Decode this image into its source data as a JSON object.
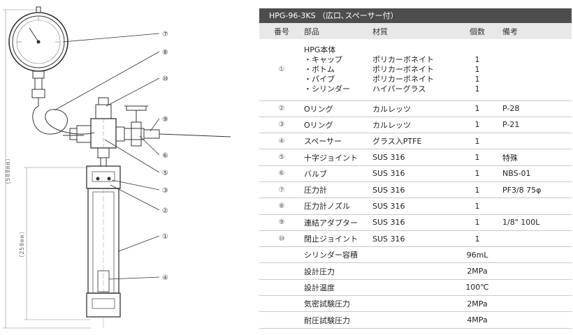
{
  "table": {
    "title": "HPG-96-3KS （広口､スペーサー付）",
    "headers": {
      "no": "番号",
      "part": "部品",
      "material": "材質",
      "qty": "個数",
      "note": "備考"
    },
    "main_body": {
      "no": "①",
      "parts": [
        "HPG本体",
        "・キャップ",
        "・ボトム",
        "・パイプ",
        "・シリンダー"
      ],
      "materials": [
        "",
        "ポリカーボネイト",
        "ポリカーボネイト",
        "ポリカーボネイト",
        "ハイパーグラス"
      ],
      "qtys": [
        "",
        "1",
        "1",
        "1",
        "1"
      ]
    },
    "rows": [
      {
        "no": "②",
        "part": "Oリング",
        "material": "カルレッツ",
        "qty": "1",
        "note": "P-28"
      },
      {
        "no": "③",
        "part": "Oリング",
        "material": "カルレッツ",
        "qty": "1",
        "note": "P-21"
      },
      {
        "no": "④",
        "part": "スペーサー",
        "material": "グラス入PTFE",
        "qty": "1",
        "note": ""
      },
      {
        "no": "⑤",
        "part": "十字ジョイント",
        "material": "SUS 316",
        "qty": "1",
        "note": "特殊"
      },
      {
        "no": "⑥",
        "part": "バルブ",
        "material": "SUS 316",
        "qty": "1",
        "note": "NBS-01"
      },
      {
        "no": "⑦",
        "part": "圧力計",
        "material": "SUS 316",
        "qty": "1",
        "note": "PF3/8 75φ"
      },
      {
        "no": "⑧",
        "part": "圧力計ノズル",
        "material": "SUS 316",
        "qty": "1",
        "note": ""
      },
      {
        "no": "⑨",
        "part": "連結アダプター",
        "material": "SUS 316",
        "qty": "1",
        "note": "1/8\" 100L"
      },
      {
        "no": "⑩",
        "part": "閉止ジョイント",
        "material": "SUS 316",
        "qty": "1",
        "note": ""
      }
    ],
    "specs": [
      {
        "label": "シリンダー容積",
        "value": "96mL"
      },
      {
        "label": "設計圧力",
        "value": "2MPa"
      },
      {
        "label": "設計温度",
        "value": "100℃"
      },
      {
        "label": "気密試験圧力",
        "value": "2MPa"
      },
      {
        "label": "耐圧試験圧力",
        "value": "4MPa"
      }
    ]
  },
  "drawing": {
    "callouts": [
      "⑦",
      "⑧",
      "⑩",
      "⑨",
      "⑥",
      "⑤",
      "③",
      "②",
      "①",
      "④"
    ],
    "dim_total": "（500mm）",
    "dim_body": "（250mm）"
  }
}
